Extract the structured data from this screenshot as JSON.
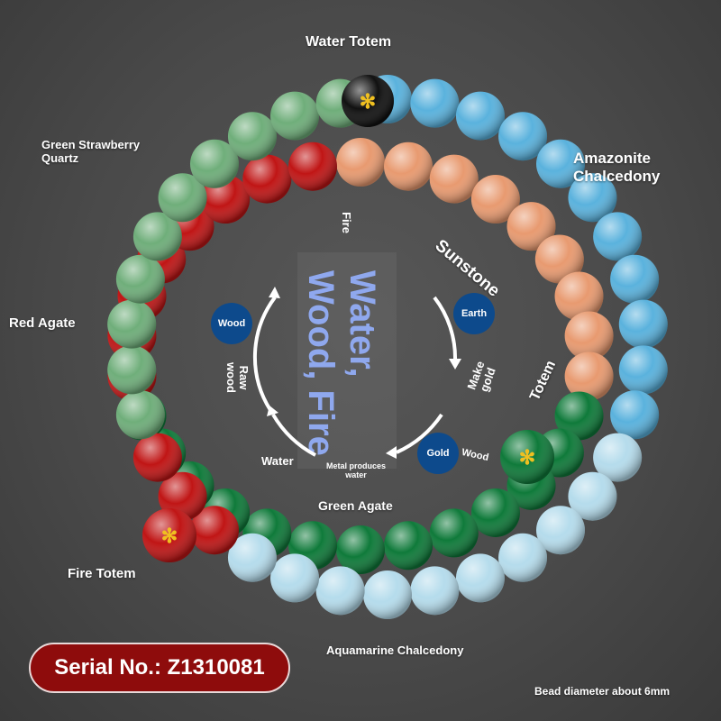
{
  "labels": {
    "water_totem": "Water Totem",
    "green_strawberry_quartz": "Green Strawberry Quartz",
    "amazonite_chalcedony": "Amazonite Chalcedony",
    "sunstone": "Sunstone",
    "red_agate": "Red Agate",
    "totem": "Totem",
    "green_agate": "Green Agate",
    "fire_totem": "Fire Totem",
    "aquamarine_chalcedony": "Aquamarine Chalcedony",
    "bead_diameter": "Bead diameter about 6mm"
  },
  "diagram": {
    "title": "Water, Wood, Fire",
    "fire": "Fire",
    "wood": "Wood",
    "earth": "Earth",
    "water": "Water",
    "gold": "Gold",
    "raw_wood": "Raw wood",
    "make_gold": "Make gold",
    "metal_produces_water": "Metal produces water",
    "wood_small": "Wood"
  },
  "serial": "Serial No.: Z1310081",
  "colors": {
    "strawberry": "#6fae7a",
    "amazonite": "#5ab2dd",
    "aquamarine": "#b5dcec",
    "red_agate": "#c01515",
    "sunstone": "#e89a70",
    "green_agate": "#0f7a3a",
    "totem_black": "#111111",
    "totem_gold": "#f0c020",
    "circle_blue": "#0d4a8c",
    "serial_bg": "#8e0c0c"
  }
}
